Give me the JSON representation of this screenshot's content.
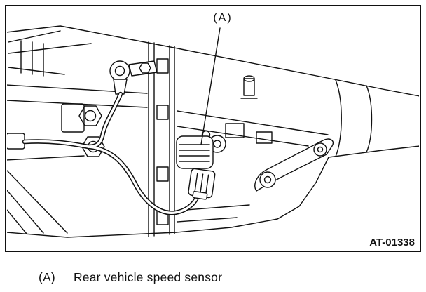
{
  "figure": {
    "callout_label": "(A)",
    "code": "AT-01338"
  },
  "caption": {
    "key": "(A)",
    "label": "Rear vehicle speed sensor"
  },
  "colors": {
    "line": "#111111",
    "background": "#ffffff"
  }
}
